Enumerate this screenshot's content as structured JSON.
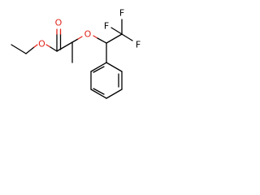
{
  "molecule": {
    "atoms": {
      "carbonyl_oxygen": "O",
      "ester_oxygen": "O",
      "ether_oxygen": "O",
      "fluorine_top": "F",
      "fluorine_left": "F",
      "fluorine_right": "F"
    },
    "colors": {
      "bond": "#000000",
      "oxygen": "#e0241b",
      "fluorine": "#000000"
    }
  }
}
